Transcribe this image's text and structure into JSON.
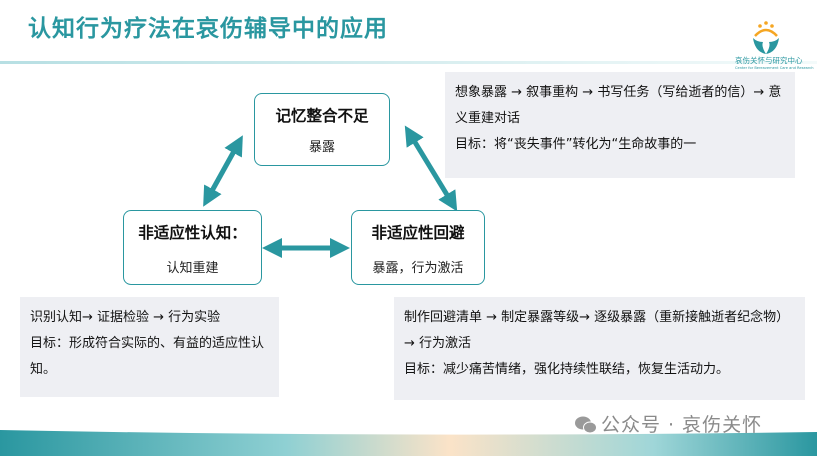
{
  "title": "认知行为疗法在哀伤辅导中的应用",
  "logo": {
    "name": "哀伤关怀与研究中心",
    "subtitle": "Center for Bereavement Care and Research"
  },
  "nodes": [
    {
      "heading": "记忆整合不足",
      "sub": "暴露"
    },
    {
      "heading": "非适应性认知：",
      "sub": "认知重建"
    },
    {
      "heading": "非适应性回避",
      "sub": "暴露，行为激活"
    }
  ],
  "boxes": {
    "top_right": [
      "想象暴露 → 叙事重构  → 书写任务（写给逝者的信）→ 意义重建对话",
      "目标：将“丧失事件”转化为“生命故事的一"
    ],
    "bottom_left": [
      "识别认知→ 证据检验  → 行为实验",
      "目标：形成符合实际的、有益的适应性认知。"
    ],
    "bottom_right": [
      "制作回避清单 → 制定暴露等级→ 逐级暴露（重新接触逝者纪念物）→ 行为激活",
      "目标：减少痛苦情绪，强化持续性联结，恢复生活动力。"
    ]
  },
  "watermark": "公众号 · 哀伤关怀",
  "colors": {
    "accent": "#2a97a0",
    "box_bg": "#eeeff3",
    "sun": "#f5a623"
  }
}
